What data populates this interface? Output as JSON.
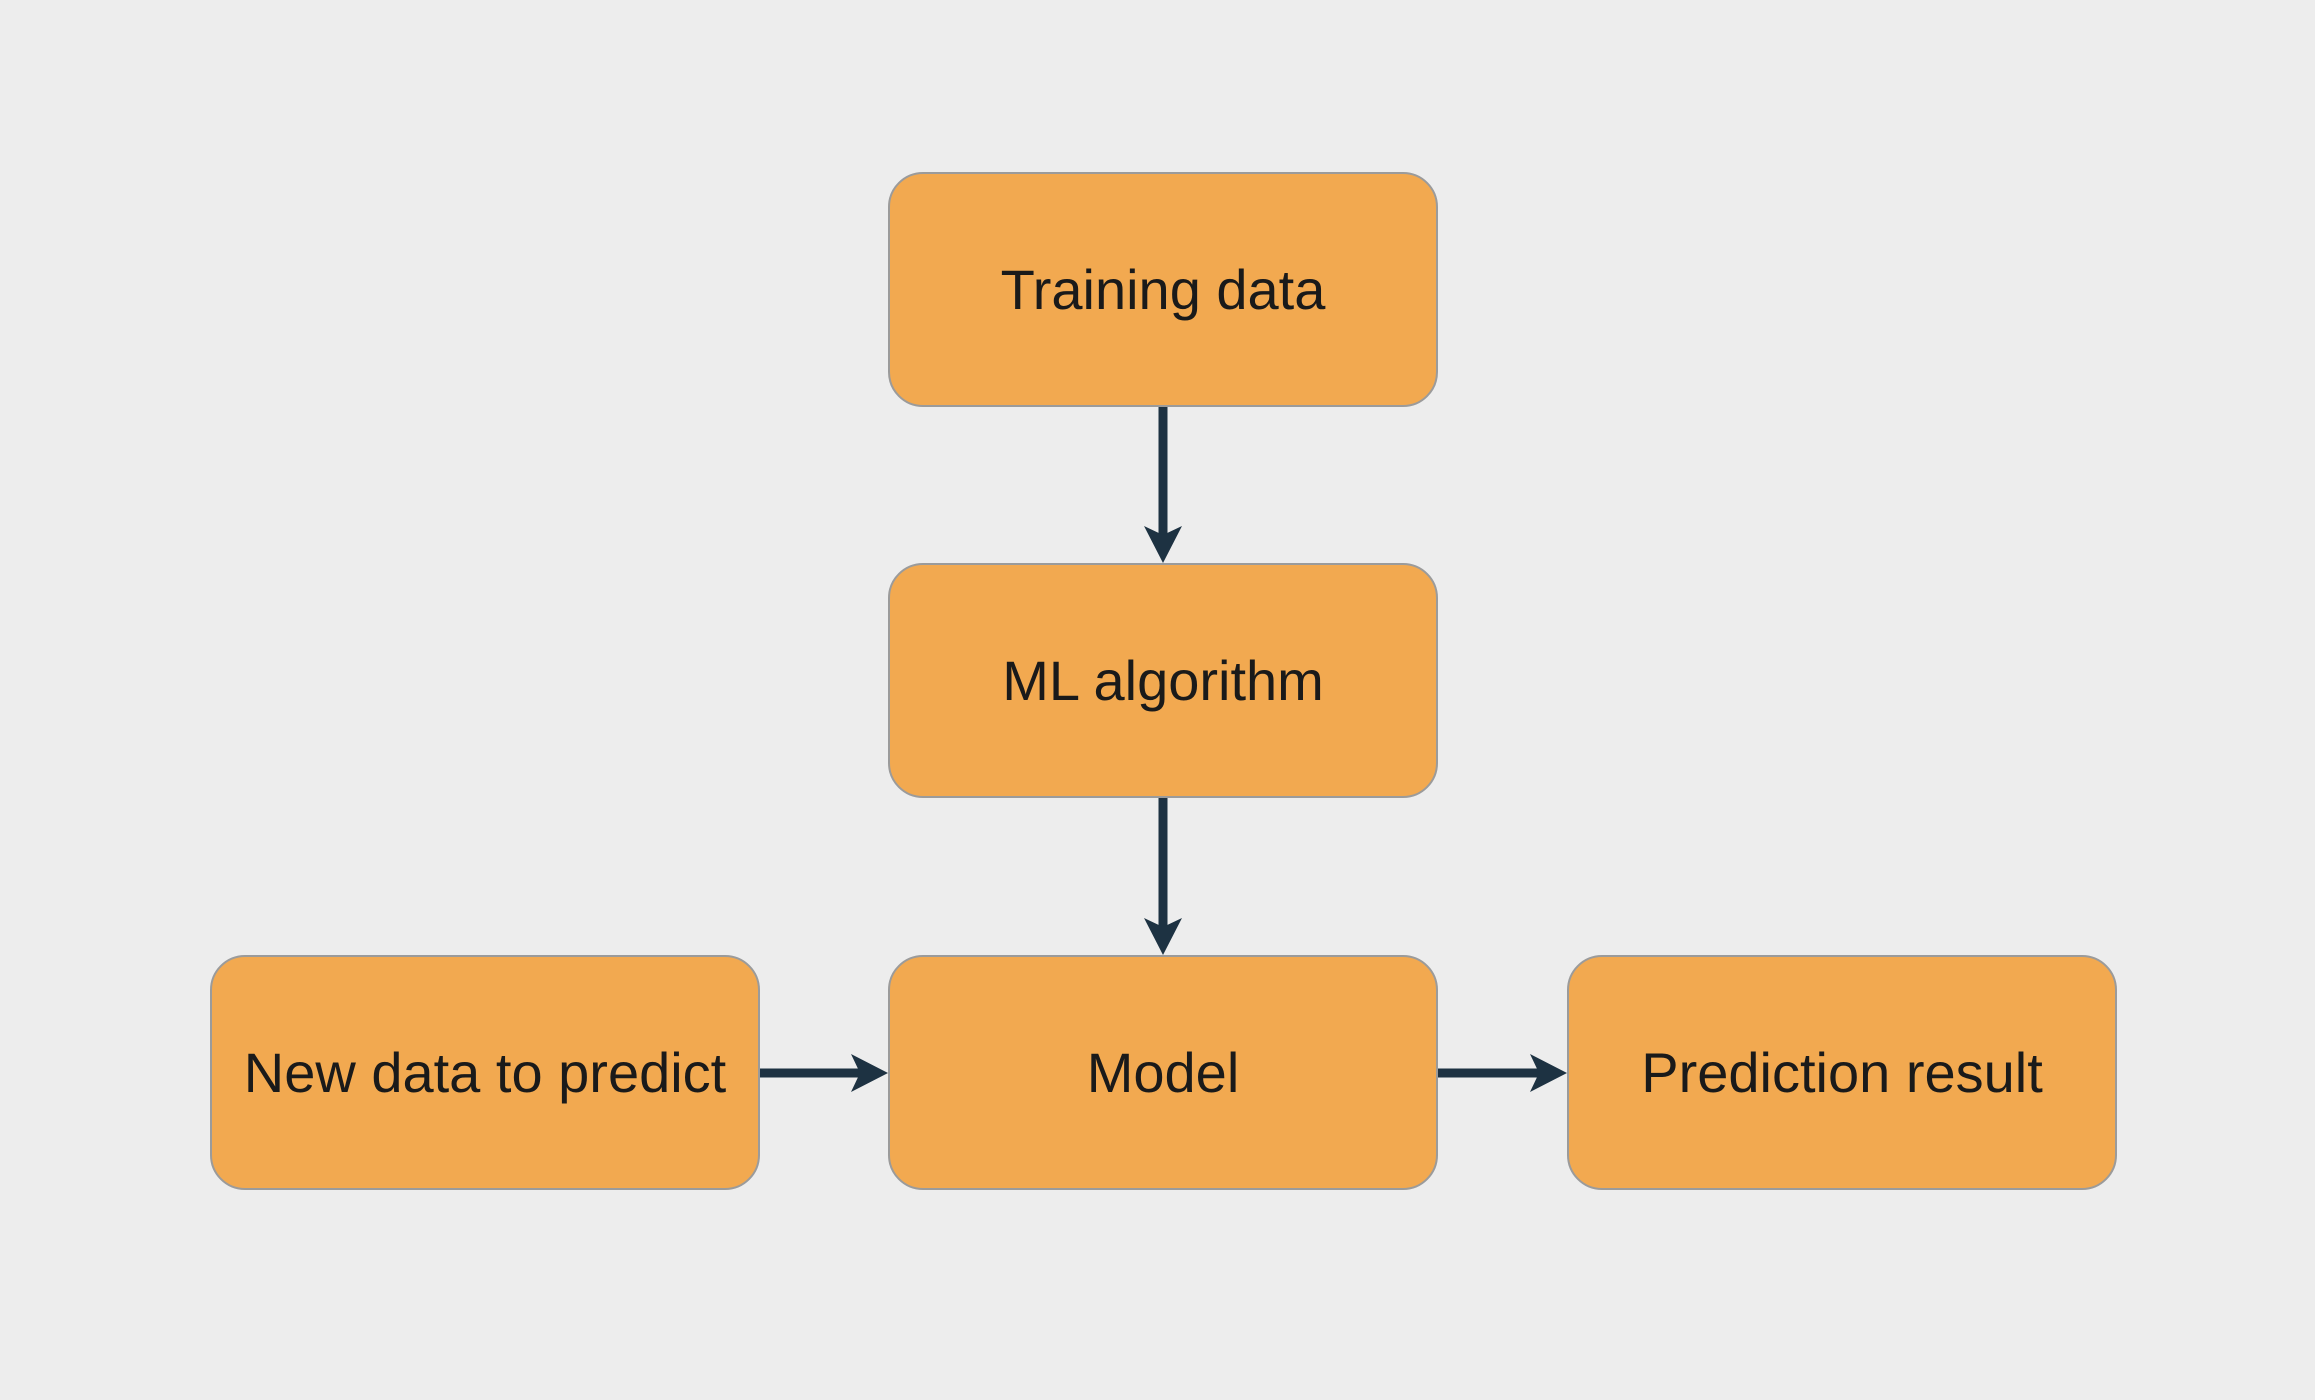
{
  "diagram": {
    "nodes": {
      "training": {
        "label": "Training data"
      },
      "ml": {
        "label": "ML algorithm"
      },
      "model": {
        "label": "Model"
      },
      "new_data": {
        "label": "New data to predict"
      },
      "prediction": {
        "label": "Prediction result"
      }
    },
    "edges": [
      {
        "from": "Training data",
        "to": "ML algorithm",
        "direction": "down"
      },
      {
        "from": "ML algorithm",
        "to": "Model",
        "direction": "down"
      },
      {
        "from": "New data to predict",
        "to": "Model",
        "direction": "right"
      },
      {
        "from": "Model",
        "to": "Prediction result",
        "direction": "right"
      }
    ]
  },
  "colors": {
    "bg": "#EDEDED",
    "node-fill": "#F2A950",
    "node-border": "#9B9B9B",
    "arrow": "#1D3242",
    "text": "#1A1A1A"
  }
}
